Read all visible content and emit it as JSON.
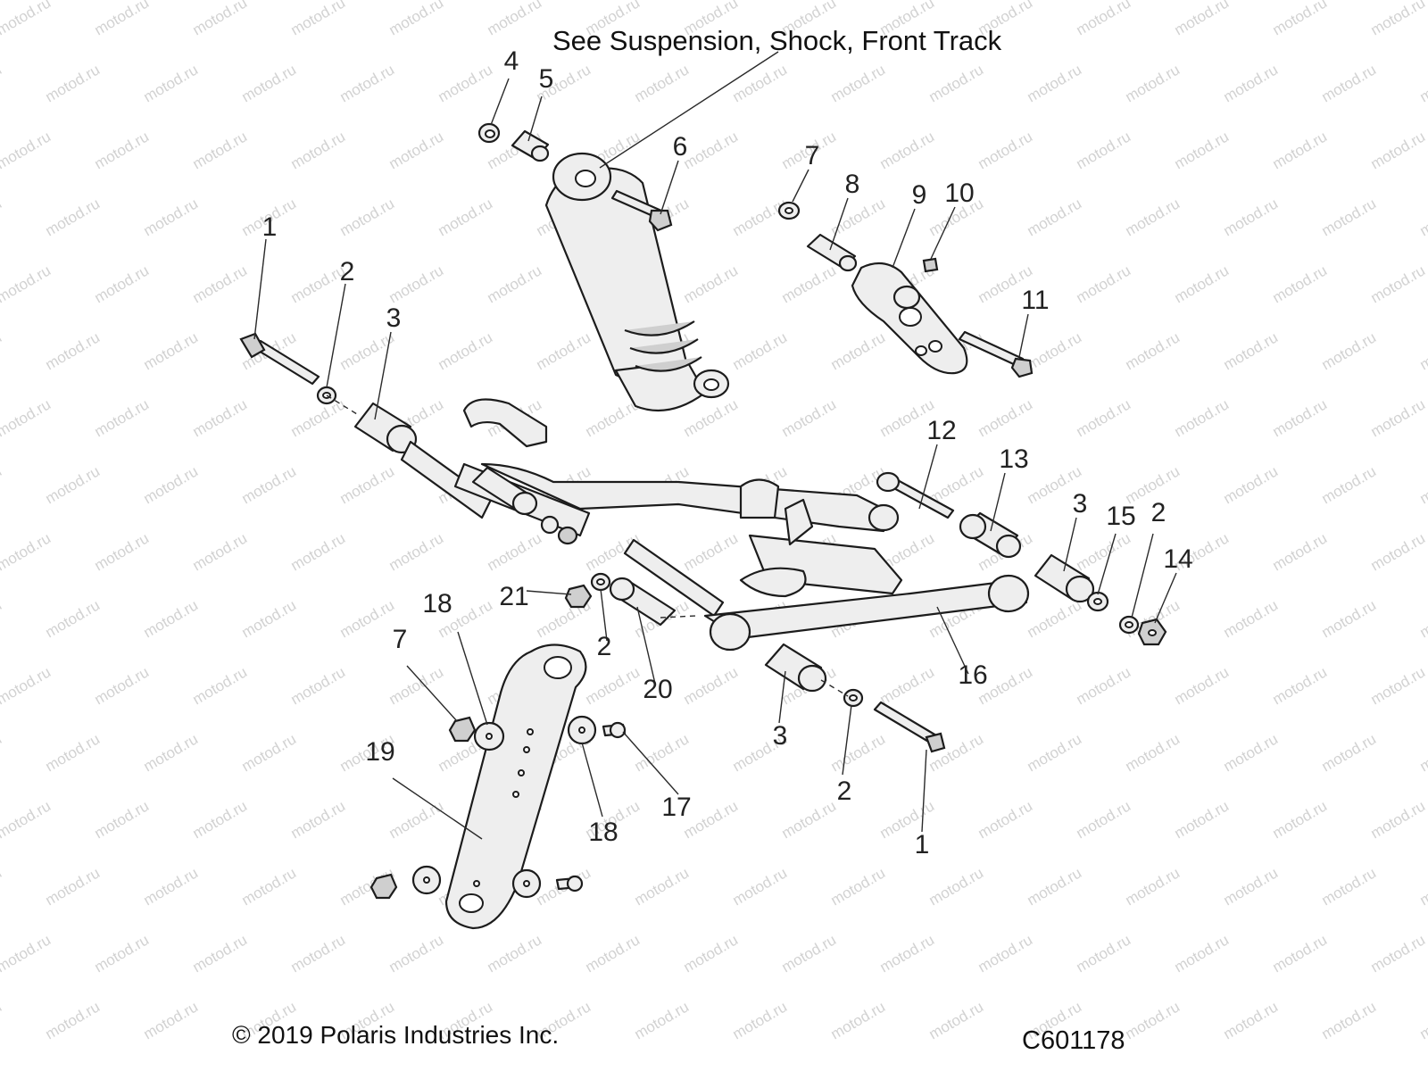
{
  "reference_note": "See Suspension, Shock, Front Track",
  "copyright": "© 2019 Polaris Industries Inc.",
  "diagram_code": "C601178",
  "watermark": "motod.ru",
  "callouts": {
    "c1a": "1",
    "c1b": "1",
    "c2a": "2",
    "c2b": "2",
    "c2c": "2",
    "c2d": "2",
    "c3a": "3",
    "c3b": "3",
    "c3c": "3",
    "c4": "4",
    "c5": "5",
    "c6": "6",
    "c7a": "7",
    "c7b": "7",
    "c8": "8",
    "c9": "9",
    "c10": "10",
    "c11": "11",
    "c12": "12",
    "c13": "13",
    "c14": "14",
    "c15": "15",
    "c16": "16",
    "c17": "17",
    "c18a": "18",
    "c18b": "18",
    "c19": "19",
    "c20": "20",
    "c21": "21"
  }
}
